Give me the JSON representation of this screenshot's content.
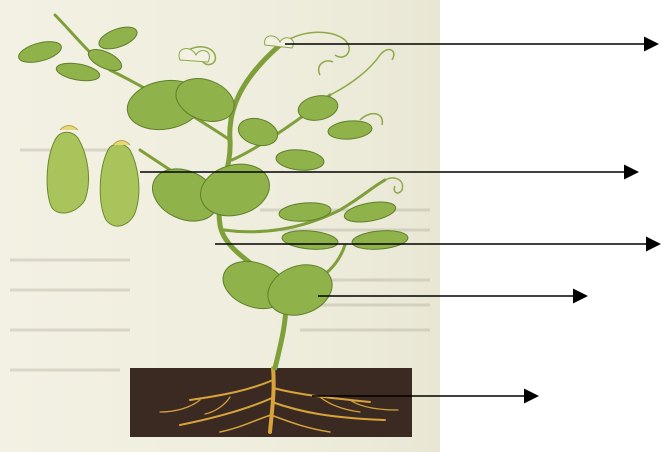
{
  "diagram": {
    "subject": "pea-plant",
    "parts": [
      {
        "id": "tendril",
        "icon": "tendril-icon"
      },
      {
        "id": "pod",
        "icon": "pod-icon"
      },
      {
        "id": "stem",
        "icon": "stem-icon"
      },
      {
        "id": "leaf",
        "icon": "leaf-icon"
      },
      {
        "id": "root",
        "icon": "root-icon"
      }
    ],
    "colors": {
      "leaf": "#8fb24a",
      "leaf_dark": "#5f7f2a",
      "stem": "#7f9f3a",
      "pod": "#a9c45a",
      "soil": "#3a2a22",
      "root": "#d8a33a",
      "arrow": "#000000",
      "paper": "#efeddd"
    }
  }
}
